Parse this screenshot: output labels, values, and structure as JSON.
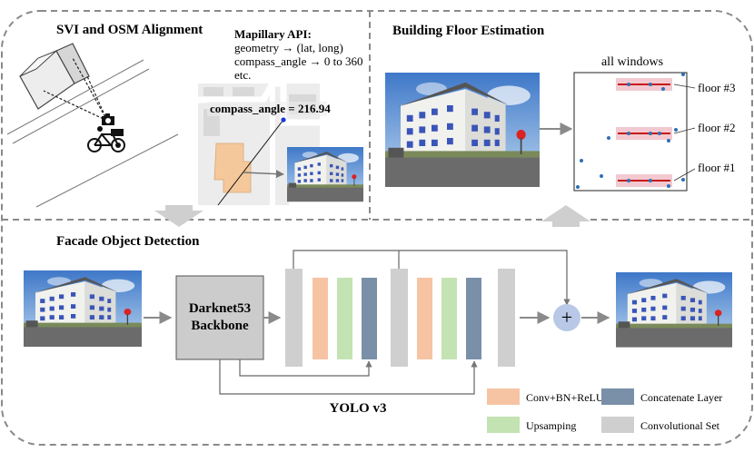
{
  "sections": {
    "svi_osm": "SVI and OSM Alignment",
    "floor_estimation": "Building Floor Estimation",
    "facade_detection": "Facade Object Detection"
  },
  "mapillary": {
    "heading": "Mapillary API:",
    "line1": "geometry →  (lat, long)",
    "line2": "compass_angle → 0 to 360",
    "line3": "etc.",
    "compass_label": "compass_angle = 216.94"
  },
  "windows_chart": {
    "title": "all windows",
    "floors": [
      "floor #3",
      "floor #2",
      "floor #1"
    ]
  },
  "network": {
    "backbone_line1": "Darknet53",
    "backbone_line2": "Backbone",
    "name": "YOLO v3",
    "add_symbol": "+"
  },
  "legend": [
    {
      "label": "Conv+BN+ReLU",
      "color": "#f6c4a3"
    },
    {
      "label": "Concatenate Layer",
      "color": "#7a8fa8"
    },
    {
      "label": "Upsamping",
      "color": "#c4e3b3"
    },
    {
      "label": "Convolutional Set",
      "color": "#cfcfcf"
    }
  ],
  "colors": {
    "conv": "#f6c4a3",
    "upsample": "#c4e3b3",
    "concat": "#7a8fa8",
    "convset": "#cfcfcf",
    "backbone": "#cccccc",
    "add_circle": "#b8c8e6",
    "floor_band": "#f2c9d0",
    "floor_line": "#c00000",
    "window_dot": "#2e6fb5",
    "map_building": "#f4c89a",
    "arrow": "#8a8a8a"
  },
  "icons": [
    "camera-icon",
    "bicycle-icon",
    "building-box-icon",
    "add-icon",
    "compass-point-icon"
  ]
}
